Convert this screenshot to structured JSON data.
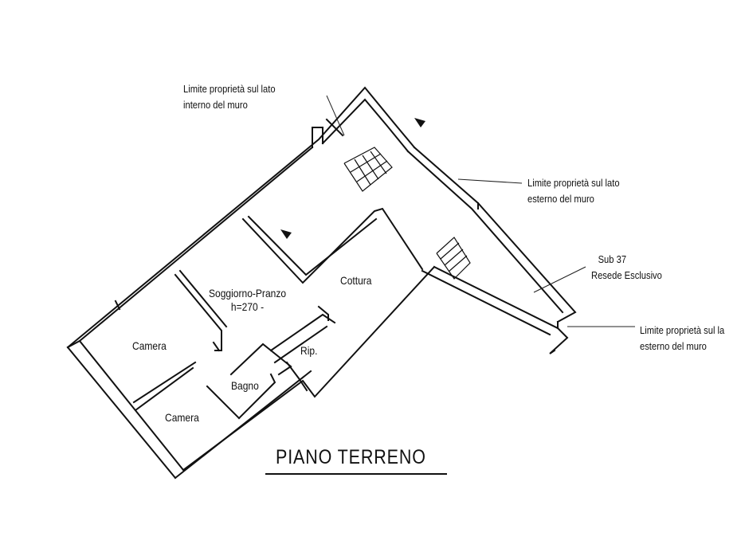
{
  "annotations": {
    "top_left_note": [
      "Limite proprietà sul lato",
      "interno del muro"
    ],
    "right_note": [
      "Limite proprietà sul lato",
      "esterno del muro"
    ],
    "sub_note": [
      "Sub 37",
      "Resede Esclusivo"
    ],
    "bottom_right_note": [
      "Limite proprietà sul la",
      "esterno del muro"
    ]
  },
  "rooms": {
    "living": [
      "Soggiorno-Pranzo",
      "h=270 -"
    ],
    "kitchen": "Cottura",
    "storage": "Rip.",
    "bedroom_1": "Camera",
    "bathroom": "Bagno",
    "bedroom_2": "Camera"
  },
  "title": "PIANO TERRENO"
}
